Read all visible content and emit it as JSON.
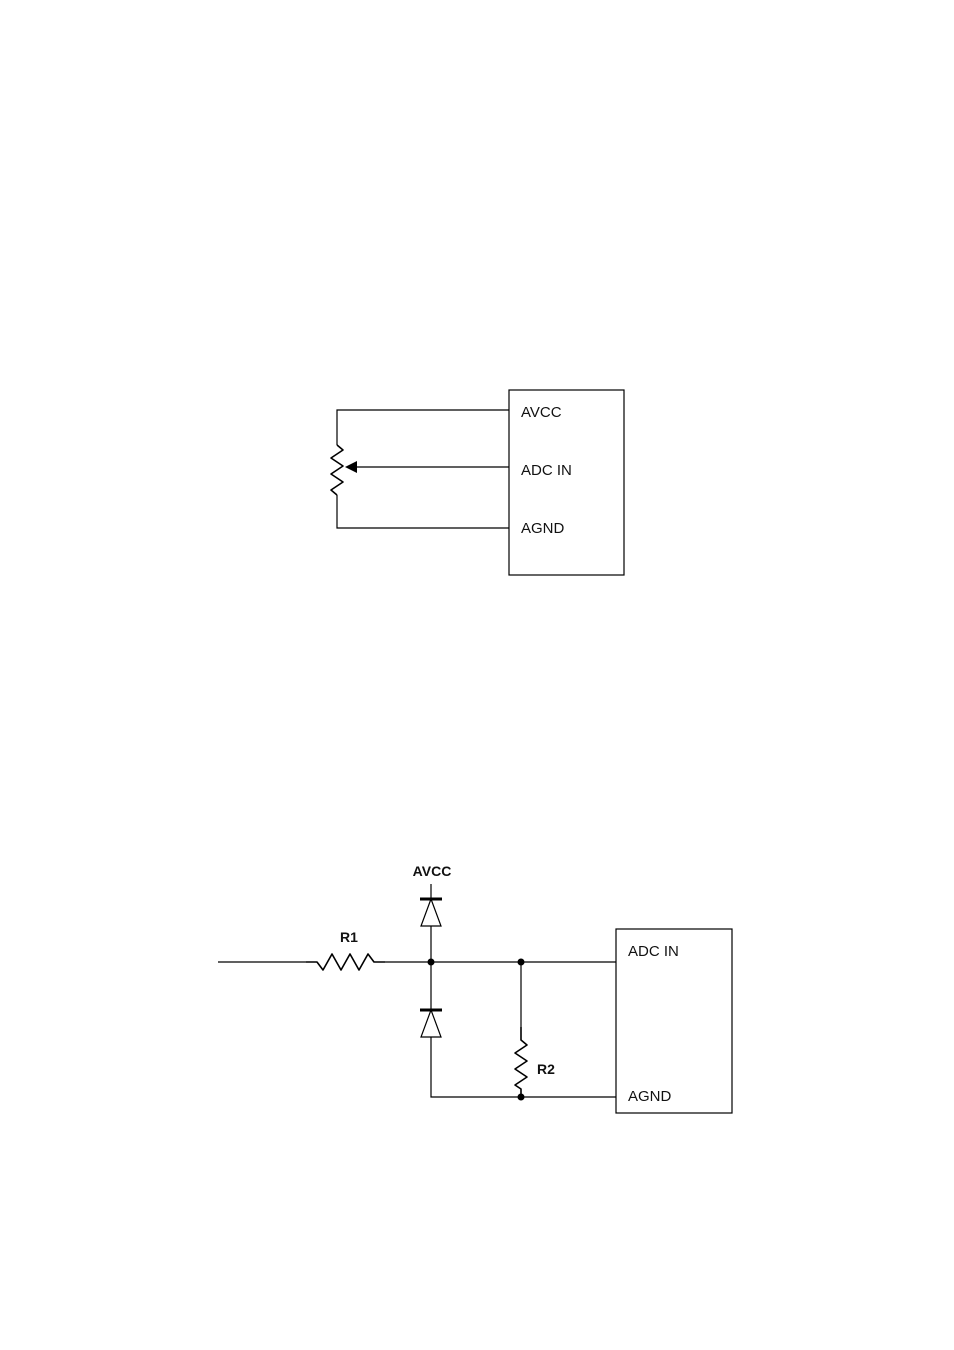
{
  "diagram1": {
    "pins": {
      "avcc": "AVCC",
      "adc_in": "ADC IN",
      "agnd": "AGND"
    }
  },
  "diagram2": {
    "supply_label": "AVCC",
    "r1_label": "R1",
    "r2_label": "R2",
    "pins": {
      "adc_in": "ADC IN",
      "agnd": "AGND"
    }
  },
  "colors": {
    "line": "#000000",
    "background": "#ffffff"
  }
}
